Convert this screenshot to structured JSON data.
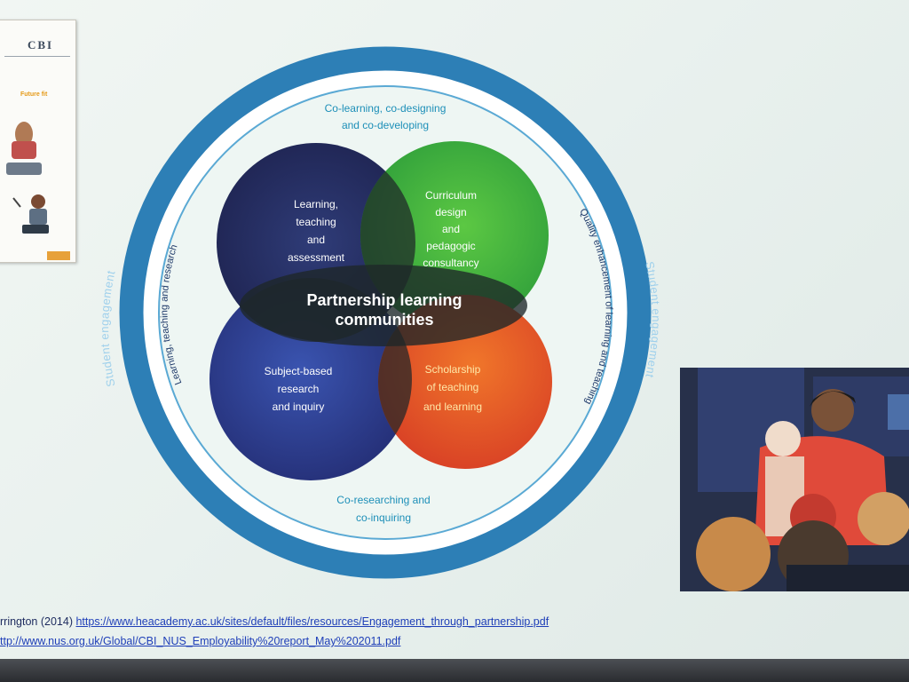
{
  "cover": {
    "brand": "CBI",
    "title": "Future fit"
  },
  "diagram": {
    "outer_ring_left": "Student engagement",
    "outer_ring_right": "Student engagement",
    "inner_top": [
      "Co-learning, co-designing",
      "and co-developing"
    ],
    "inner_bottom": [
      "Co-researching and",
      "co-inquiring"
    ],
    "inner_left": "Learning, teaching and research",
    "inner_right": "Quality enhancement of learning and teaching",
    "center": [
      "Partnership learning",
      "communities"
    ],
    "circles": {
      "top_left": [
        "Learning,",
        "teaching",
        "and",
        "assessment"
      ],
      "top_right": [
        "Curriculum",
        "design",
        "and",
        "pedagogic",
        "consultancy"
      ],
      "bottom_left": [
        "Subject-based",
        "research",
        "and inquiry"
      ],
      "bottom_right": [
        "Scholarship",
        "of teaching",
        "and learning"
      ]
    },
    "colors": {
      "ring": "#2d7fb6",
      "navy": "#232a5c",
      "blue": "#2b3c8c",
      "green": "#3aae3e",
      "red": "#e2522a"
    }
  },
  "citations": {
    "line1_prefix": "rrington (2014) ",
    "line1_link": "https://www.heacademy.ac.uk/sites/default/files/resources/Engagement_through_partnership.pdf",
    "line2_link": "ttp://www.nus.org.uk/Global/CBI_NUS_Employability%20report_May%202011.pdf"
  }
}
